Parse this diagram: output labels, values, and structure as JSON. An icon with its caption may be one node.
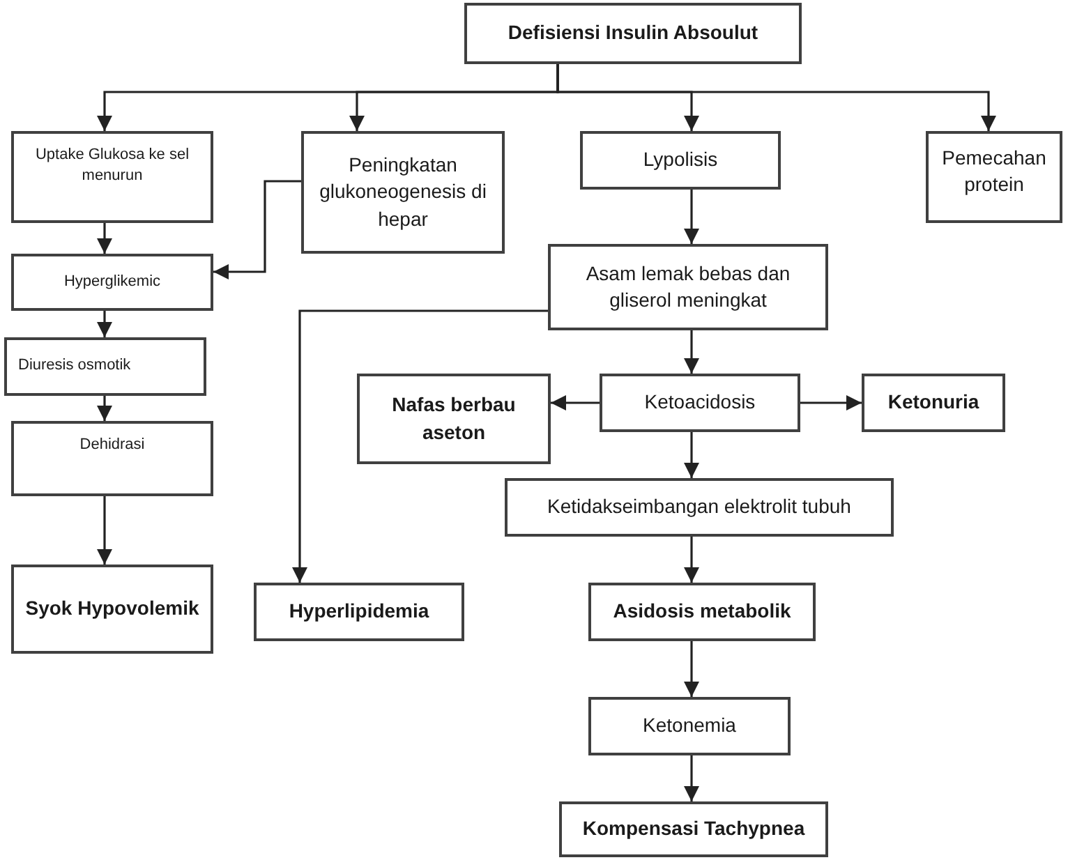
{
  "diagram": {
    "nodes": [
      {
        "text": [
          "Defisiensi Insulin Absoulut"
        ]
      },
      {
        "text": [
          "Uptake Glukosa ke sel menurun"
        ]
      },
      {
        "text": [
          "Peningkatan glukoneogenesis di hepar"
        ]
      },
      {
        "text": [
          "Lypolisis"
        ]
      },
      {
        "text": [
          "Pemecahan protein"
        ]
      },
      {
        "text": [
          "Hyperglikemic"
        ]
      },
      {
        "text": [
          "Asam lemak bebas dan gliserol meningkat"
        ]
      },
      {
        "text": [
          "Diuresis osmotik"
        ]
      },
      {
        "text": [
          "Nafas berbau aseton"
        ]
      },
      {
        "text": [
          "Ketoacidosis"
        ]
      },
      {
        "text": [
          "Ketonuria"
        ]
      },
      {
        "text": [
          "Dehidrasi"
        ]
      },
      {
        "text": [
          "Ketidakseimbangan elektrolit tubuh"
        ]
      },
      {
        "text": [
          "Syok Hypovolemik"
        ]
      },
      {
        "text": [
          "Hyperlipidemia"
        ]
      },
      {
        "text": [
          "Asidosis metabolik"
        ]
      },
      {
        "text": [
          "Ketonemia"
        ]
      },
      {
        "text": [
          "Kompensasi Tachypnea"
        ]
      }
    ],
    "edges": [
      {
        "from": 0,
        "to": 1,
        "arrow": "to"
      },
      {
        "from": 0,
        "to": 2,
        "arrow": "to"
      },
      {
        "from": 0,
        "to": 3,
        "arrow": "to"
      },
      {
        "from": 0,
        "to": 4,
        "arrow": "to"
      },
      {
        "from": 1,
        "to": 5,
        "arrow": "to"
      },
      {
        "from": 2,
        "to": 5,
        "arrow": "to"
      },
      {
        "from": 5,
        "to": 7,
        "arrow": "to"
      },
      {
        "from": 7,
        "to": 11,
        "arrow": "to"
      },
      {
        "from": 11,
        "to": 13,
        "arrow": "to"
      },
      {
        "from": 3,
        "to": 6,
        "arrow": "to"
      },
      {
        "from": 6,
        "to": 9,
        "arrow": "to"
      },
      {
        "from": 9,
        "to": 8,
        "arrow": "to"
      },
      {
        "from": 9,
        "to": 10,
        "arrow": "to"
      },
      {
        "from": 6,
        "to": 14,
        "arrow": "to"
      },
      {
        "from": 9,
        "to": 12,
        "arrow": "to"
      },
      {
        "from": 12,
        "to": 15,
        "arrow": "to"
      },
      {
        "from": 15,
        "to": 16,
        "arrow": "to"
      },
      {
        "from": 16,
        "to": 17,
        "arrow": "to"
      }
    ]
  }
}
